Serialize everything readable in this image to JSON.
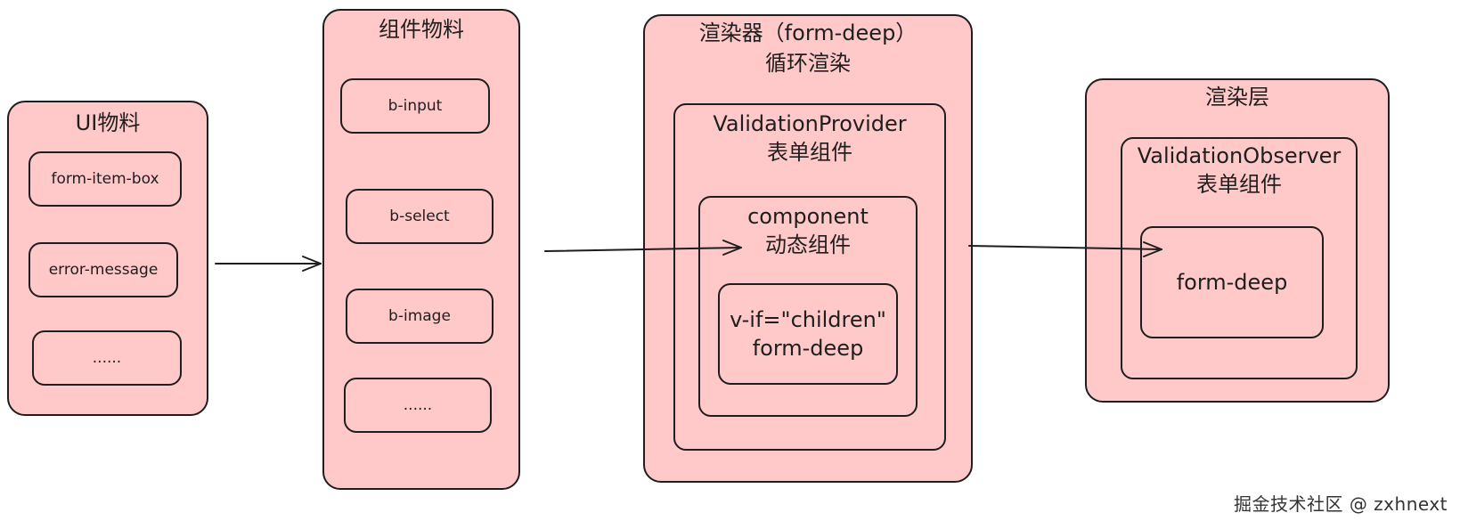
{
  "ui_materials": {
    "title": "UI物料",
    "items": [
      "form-item-box",
      "error-message",
      "......"
    ]
  },
  "component_materials": {
    "title": "组件物料",
    "items": [
      "b-input",
      "b-select",
      "b-image",
      "......"
    ]
  },
  "renderer": {
    "title_line1": "渲染器（form-deep）",
    "title_line2": "循环渲染",
    "provider": {
      "line1": "ValidationProvider",
      "line2": "表单组件"
    },
    "component": {
      "line1": "component",
      "line2": "动态组件"
    },
    "recursion": {
      "line1": "v-if=\"children\"",
      "line2": "form-deep"
    }
  },
  "render_layer": {
    "title": "渲染层",
    "observer": {
      "line1": "ValidationObserver",
      "line2": "表单组件"
    },
    "inner": "form-deep"
  },
  "watermark": "掘金技术社区 @ zxhnext",
  "colors": {
    "fill": "#ffc9c9",
    "stroke": "#1e1e1e"
  }
}
